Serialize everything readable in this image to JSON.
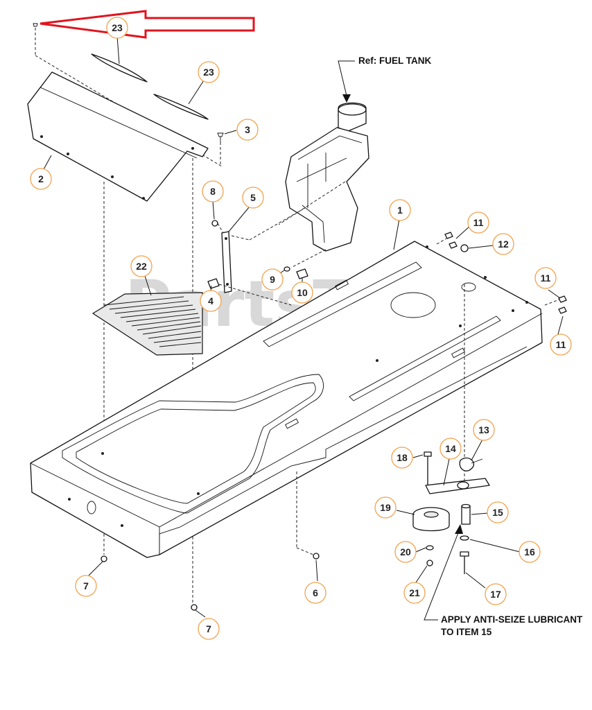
{
  "annotations": {
    "fuel_tank_ref": "Ref: FUEL TANK",
    "lubricant_line1": "APPLY ANTI-SEIZE LUBRICANT",
    "lubricant_line2": "TO ITEM 15"
  },
  "watermark": {
    "text": "PartsTree",
    "trademark": "™"
  },
  "callouts": {
    "c23a": "23",
    "c23b": "23",
    "c3": "3",
    "c2": "2",
    "c8": "8",
    "c5": "5",
    "c4": "4",
    "c9": "9",
    "c10": "10",
    "c1": "1",
    "c11a": "11",
    "c12": "12",
    "c11b": "11",
    "c11c": "11",
    "c22": "22",
    "c13": "13",
    "c14": "14",
    "c18": "18",
    "c19": "19",
    "c15": "15",
    "c20": "20",
    "c16": "16",
    "c21": "21",
    "c17": "17",
    "c7a": "7",
    "c7b": "7",
    "c6": "6"
  },
  "colors": {
    "callout_ring": "#f3a24e",
    "arrow": "#e0141e",
    "line": "#111111"
  }
}
